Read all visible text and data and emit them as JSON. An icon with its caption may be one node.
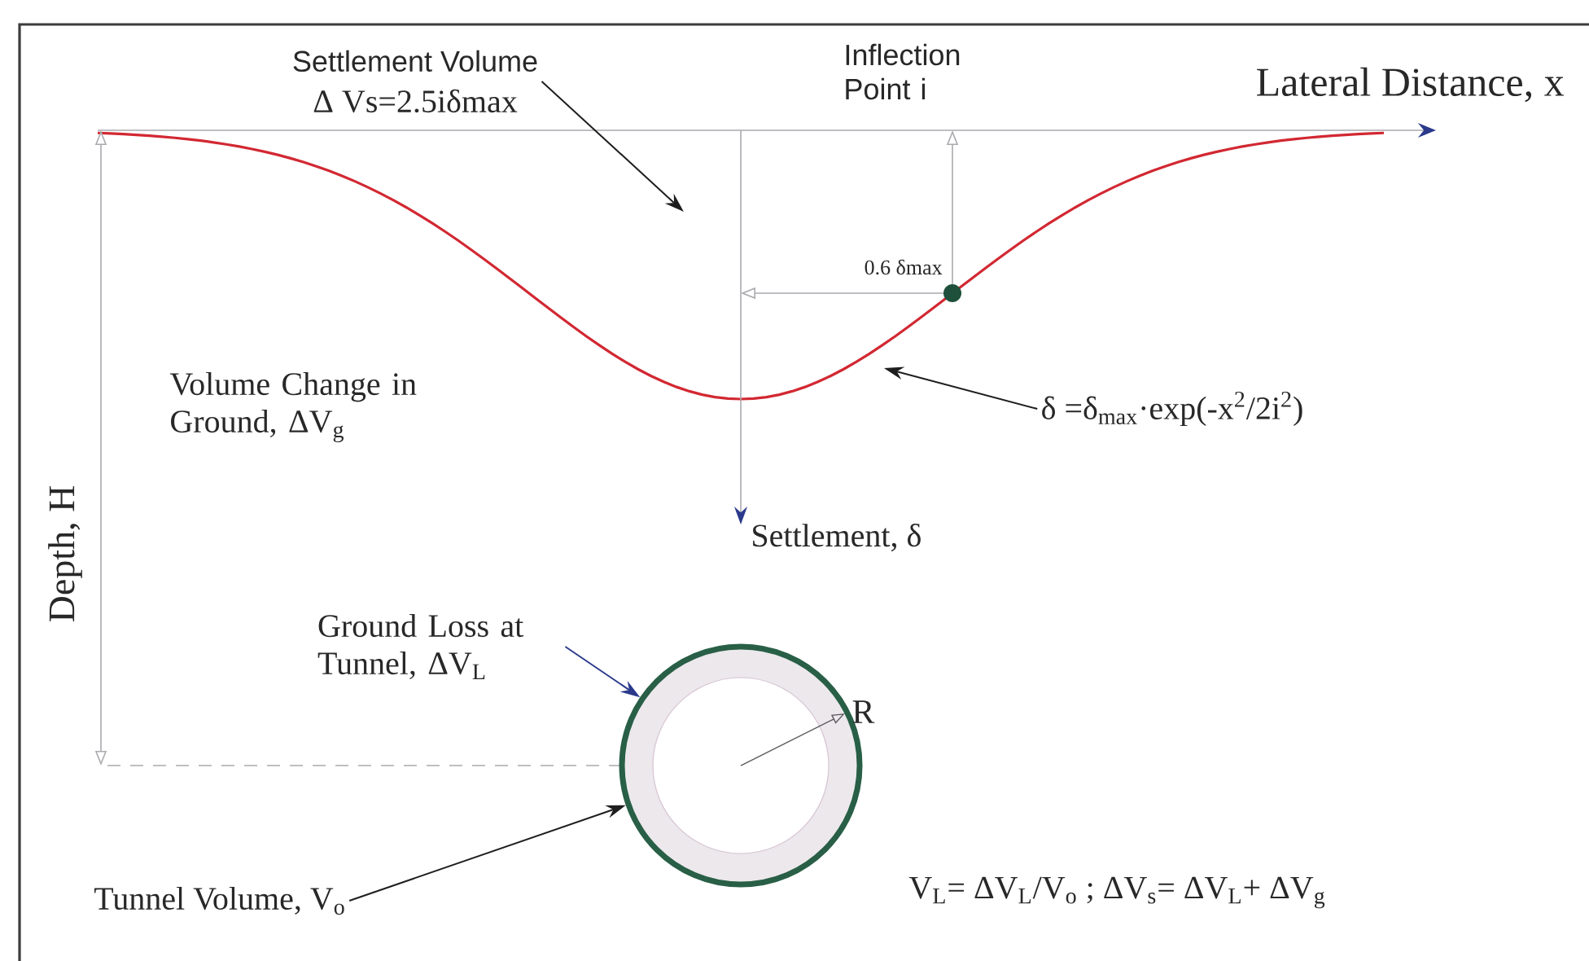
{
  "diagram": {
    "nodes": [
      {
        "text": [
          "Settlement Volume",
          "Δ Vs=2.5iδmax"
        ]
      },
      {
        "text": [
          "δ =δ$_{max}$·exp(-x$^{2}$/2i$^{2}$)"
        ]
      },
      {
        "text": [
          "Ground Loss at Tunnel, ΔV$_{L}$"
        ]
      },
      {
        "text": [
          "Tunnel Volume, V$_{o}$"
        ]
      },
      {
        "text": [],
        "shape": "circle"
      }
    ],
    "edges": [
      {
        "from": 0,
        "to": null,
        "arrow": "to"
      },
      {
        "from": 1,
        "to": null,
        "arrow": "to"
      },
      {
        "from": 2,
        "to": 4,
        "arrow": "to",
        "color": "#2b3a8c"
      },
      {
        "from": 3,
        "to": 4,
        "arrow": "to"
      }
    ],
    "labels": [
      "Inflection Point i",
      "Lateral Distance, x",
      "0.6 δmax",
      "Volume Change in Ground, ΔV$_{g}$",
      "Settlement, δ",
      "Depth, H",
      "R",
      "V$_{L}$= ΔV$_{L}$/V$_{o}$ ; ΔV$_{s}$= ΔV$_{L}$+ ΔV$_{g}$"
    ]
  }
}
